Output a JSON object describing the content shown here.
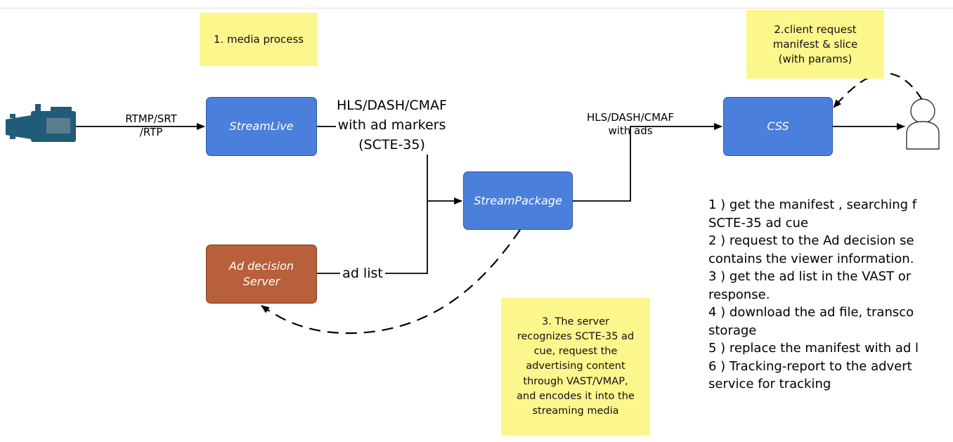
{
  "notes": {
    "media_process": "1. media process",
    "client_request": [
      "2.client request",
      "manifest & slice",
      "(with params)"
    ],
    "server_recognizes": [
      "3. The server",
      "recognizes SCTE-35 ad",
      "cue, request the",
      "advertising content",
      "through VAST/VMAP,",
      "and encodes it into the",
      "streaming media"
    ]
  },
  "boxes": {
    "stream_live": "StreamLive",
    "stream_package": "StreamPackage",
    "css": "CSS",
    "ad_decision_server": [
      "Ad decision",
      "Server"
    ]
  },
  "labels": {
    "rtmp": [
      "RTMP/SRT",
      "/RTP"
    ],
    "hls_markers": [
      "HLS/DASH/CMAF",
      "with ad markers",
      "(SCTE-35)"
    ],
    "hls_ads": [
      "HLS/DASH/CMAF",
      "with ads"
    ],
    "ad_list": "ad list"
  },
  "steps": [
    "1 ) get the manifest , searching f",
    "SCTE-35 ad cue",
    "2 ) request to the Ad decision se",
    "contains the viewer information.",
    "3 ) get the ad list in the VAST or",
    "response.",
    "4 ) download the ad file, transco",
    "storage",
    "5 ) replace the manifest with ad l",
    "6 ) Tracking-report to the advert",
    "service for tracking"
  ],
  "colors": {
    "blue_box": "#4a7fdc",
    "brown_box": "#b8603a",
    "sticky_note": "#fcf78d",
    "camera": "#1f5c78"
  },
  "icons": [
    "video-camera-icon",
    "user-icon"
  ]
}
